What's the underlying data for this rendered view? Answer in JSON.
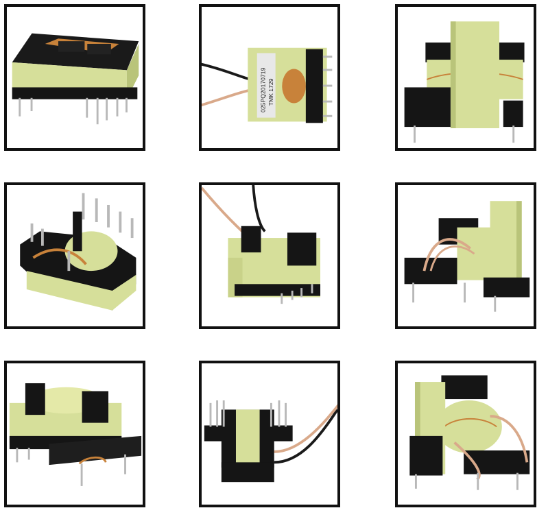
{
  "colors": {
    "core": "#d6df9a",
    "core_dark": "#b9c47a",
    "bobbin": "#151515",
    "copper": "#c8823a",
    "wire_tan": "#d9a98a",
    "wire_black": "#1a1a1a",
    "pin": "#b8b8b8",
    "frame": "#111111"
  },
  "tiles": [
    {
      "name": "transformer-top-view"
    },
    {
      "name": "transformer-labeled-with-leads",
      "label_line1": "025PQ20170719",
      "label_line2": "TMK 1729"
    },
    {
      "name": "transformer-vertical-core"
    },
    {
      "name": "transformer-pins-up"
    },
    {
      "name": "transformer-with-two-leads"
    },
    {
      "name": "transformer-side-leads"
    },
    {
      "name": "transformer-horizontal-bobbin"
    },
    {
      "name": "transformer-end-view-leads"
    },
    {
      "name": "transformer-tan-leads"
    }
  ]
}
